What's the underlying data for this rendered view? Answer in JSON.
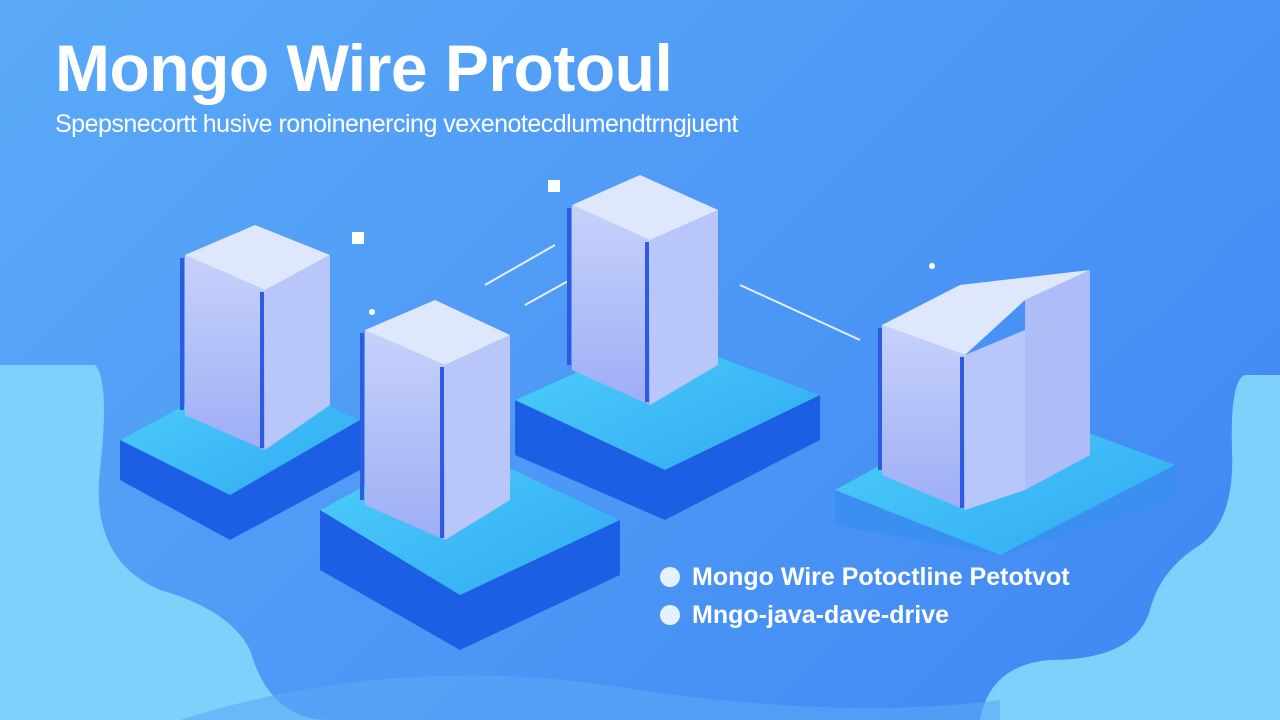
{
  "header": {
    "title": "Mongo Wire Protoul",
    "subtitle": "Spepsnecortt husive ronoinenercing vexenotecdlumendtrngjuent"
  },
  "bullets": [
    {
      "label": "Mongo Wire Potoctline Petotvot"
    },
    {
      "label": "Mngo-java-dave-drive"
    }
  ],
  "colors": {
    "background": "#4f9af6",
    "wave": "#7fd0fb",
    "platform_top": "#42c6f7",
    "platform_side": "#1d62e6",
    "server_front": "#a9b8f6",
    "server_side": "#8fa6f4"
  }
}
